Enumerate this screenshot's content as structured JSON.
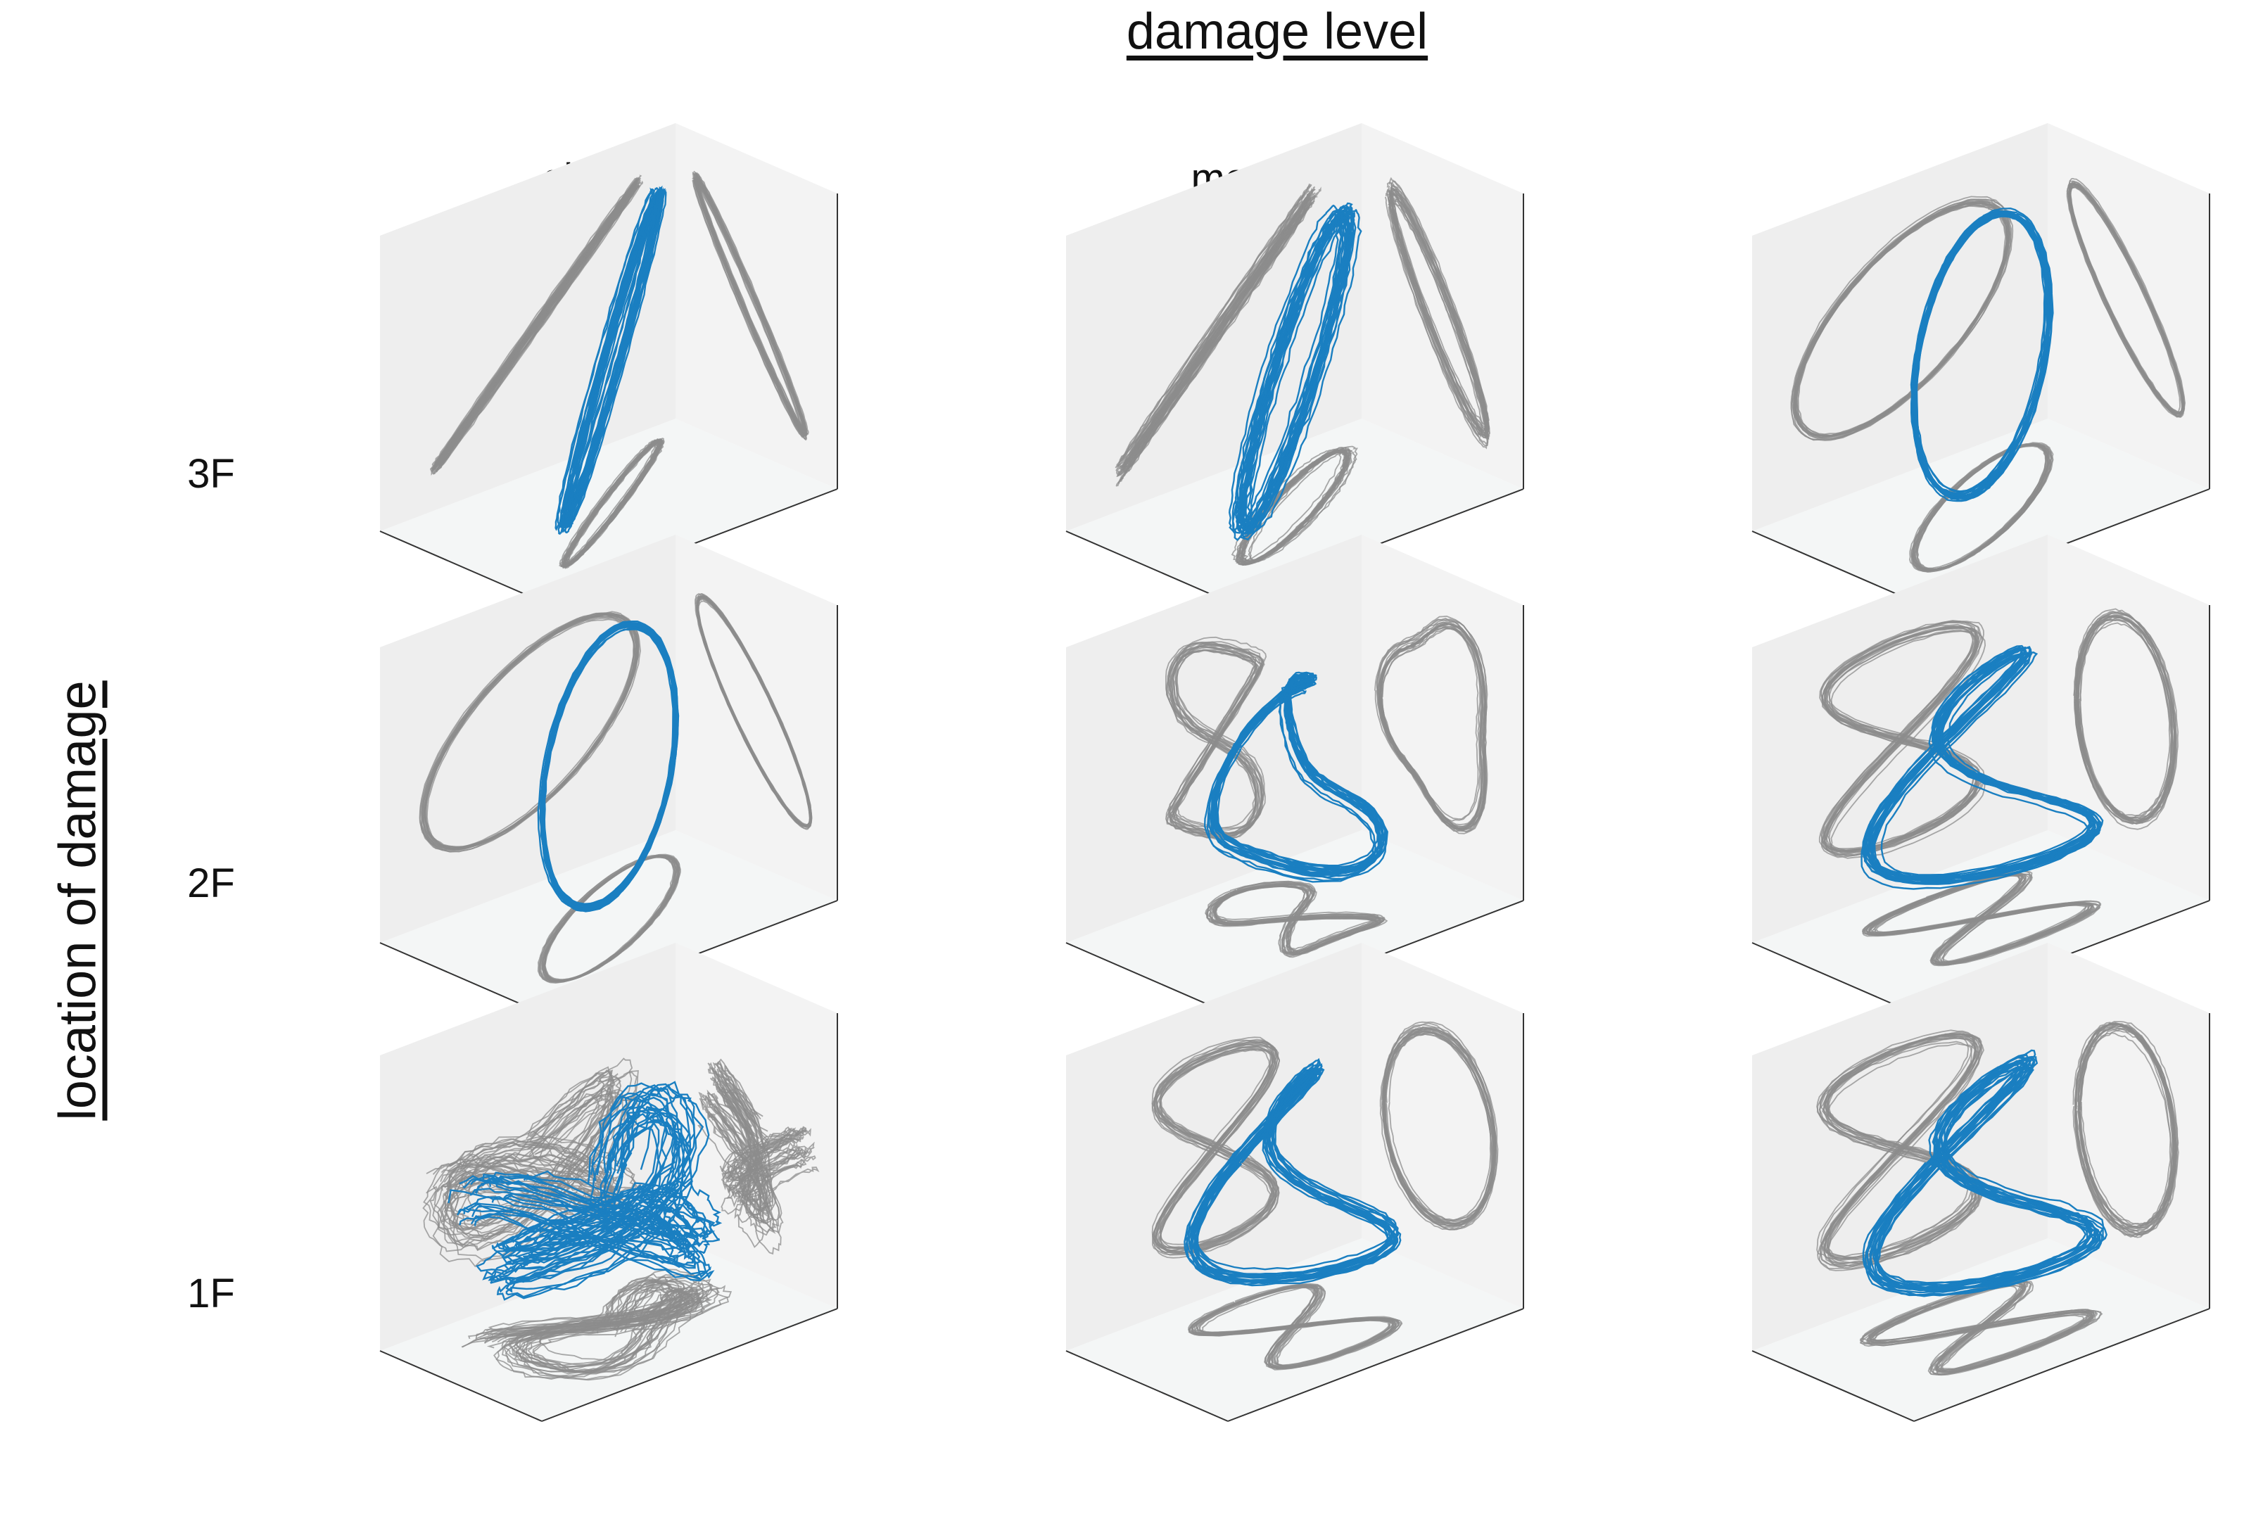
{
  "title": "damage level",
  "row_axis_label": "location of damage",
  "column_labels": [
    "slight",
    "moderate",
    ""
  ],
  "row_labels": [
    "3F",
    "2F",
    "1F"
  ],
  "colors": {
    "primary_trajectory": "#1a7fc1",
    "projection": "#8c8c8c",
    "pane_back": "#eeeeee",
    "pane_side": "#f3f3f3",
    "pane_floor": "#f4f6f6",
    "axis_line": "#333333"
  },
  "chart_data": {
    "type": "3d-line-grid",
    "rows": [
      "3F",
      "2F",
      "1F"
    ],
    "columns": [
      "slight",
      "moderate",
      ""
    ],
    "axes_ticks_visible": false,
    "grid": false,
    "panels": [
      {
        "row": "3F",
        "column": "slight",
        "shape": "narrow diagonal ellipse",
        "loops": 22,
        "scatter": 0.1
      },
      {
        "row": "3F",
        "column": "moderate",
        "shape": "diagonal ellipse",
        "loops": 22,
        "scatter": 0.18
      },
      {
        "row": "3F",
        "column": "",
        "shape": "elongated loop",
        "loops": 18,
        "scatter": 0.08
      },
      {
        "row": "2F",
        "column": "slight",
        "shape": "elongated loop",
        "loops": 18,
        "scatter": 0.07
      },
      {
        "row": "2F",
        "column": "moderate",
        "shape": "triangular loop",
        "loops": 18,
        "scatter": 0.14
      },
      {
        "row": "2F",
        "column": "",
        "shape": "twisted loop",
        "loops": 18,
        "scatter": 0.12
      },
      {
        "row": "1F",
        "column": "slight",
        "shape": "tangled",
        "loops": 22,
        "scatter": 0.5
      },
      {
        "row": "1F",
        "column": "moderate",
        "shape": "rounded loop",
        "loops": 18,
        "scatter": 0.12
      },
      {
        "row": "1F",
        "column": "",
        "shape": "twisted loop",
        "loops": 18,
        "scatter": 0.16
      }
    ]
  }
}
